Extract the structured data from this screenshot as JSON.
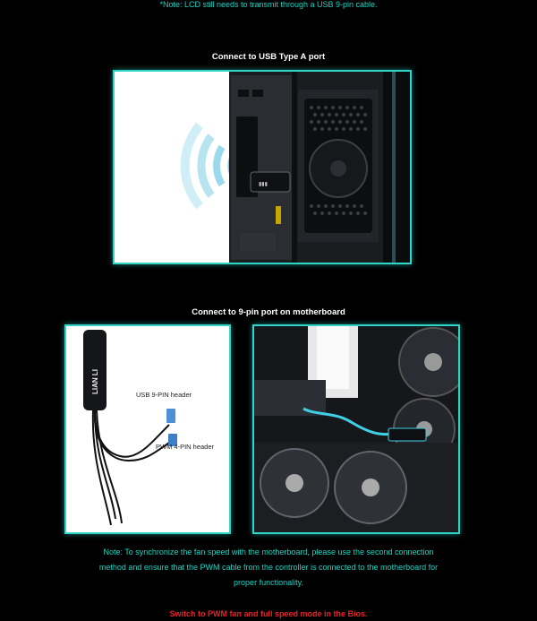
{
  "top_note": "*Note: LCD still needs to transmit through a USB 9-pin cable.",
  "section1": {
    "heading": "Connect to USB Type A port"
  },
  "section2": {
    "heading": "Connect to 9-pin port on motherboard",
    "controller_logo": "LIAN LI",
    "labels": {
      "usb": "USB 9-PIN header",
      "pwm": "PWM 4-PIN header"
    }
  },
  "note_lines": [
    "Note: To synchronize the fan speed with the motherboard, please use the second connection",
    "method and ensure that the PWM cable from the controller is connected to the motherboard for",
    "proper functionality."
  ],
  "warning": "Switch to PWM fan and full speed mode in the Bios.",
  "colors": {
    "accent_teal": "#2fd6c8",
    "note_text": "#19d6c6",
    "warning_red": "#e8212a"
  }
}
